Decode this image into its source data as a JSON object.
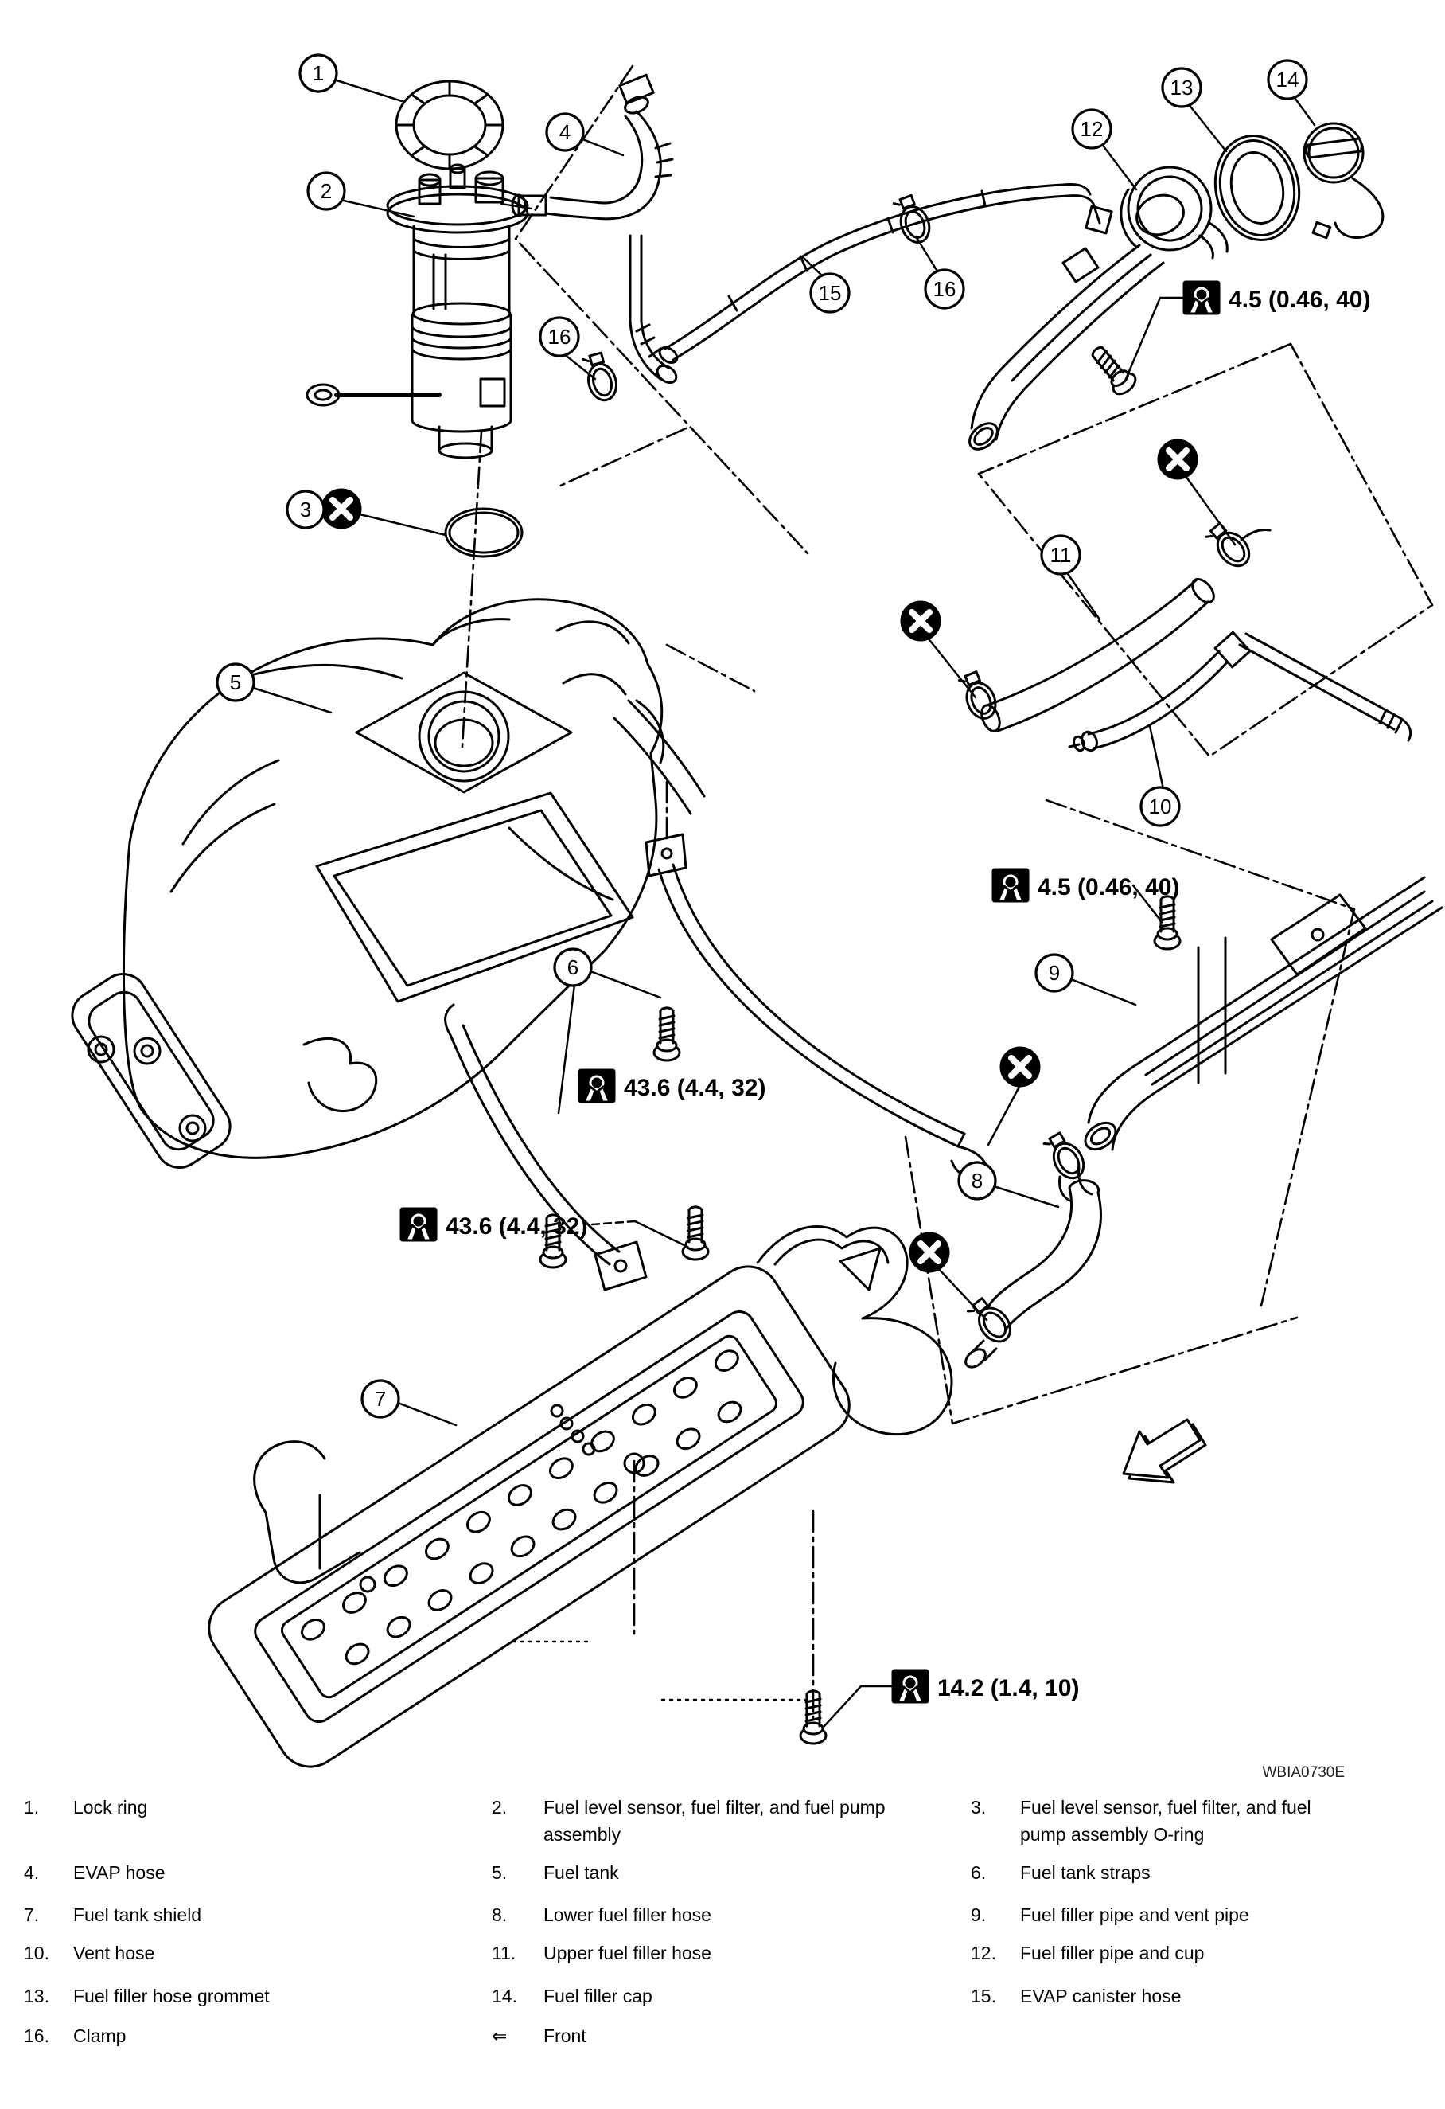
{
  "page": {
    "figure_code": "WBIA0730E"
  },
  "diagram": {
    "callouts": {
      "c1": "1",
      "c2": "2",
      "c3": "3",
      "c4": "4",
      "c5": "5",
      "c6": "6",
      "c7": "7",
      "c8": "8",
      "c9": "9",
      "c10": "10",
      "c11": "11",
      "c12": "12",
      "c13": "13",
      "c14": "14",
      "c15": "15",
      "c16a": "16",
      "c16b": "16"
    },
    "torque_labels": {
      "t1": "4.5 (0.46, 40)",
      "t2": "4.5 (0.46, 40)",
      "t3": "43.6 (4.4, 32)",
      "t4": "43.6 (4.4, 32)",
      "t5": "14.2 (1.4, 10)"
    }
  },
  "legend": {
    "rows": [
      {
        "cells": [
          {
            "num": "1.",
            "label": "Lock ring"
          },
          {
            "num": "2.",
            "label": "Fuel level sensor, fuel filter, and fuel pump assembly"
          },
          {
            "num": "3.",
            "label": "Fuel level sensor, fuel filter, and fuel pump assembly O-ring"
          }
        ]
      },
      {
        "cells": [
          {
            "num": "4.",
            "label": "EVAP hose"
          },
          {
            "num": "5.",
            "label": "Fuel tank"
          },
          {
            "num": "6.",
            "label": "Fuel tank straps"
          }
        ]
      },
      {
        "cells": [
          {
            "num": "7.",
            "label": "Fuel tank shield"
          },
          {
            "num": "8.",
            "label": "Lower fuel filler hose"
          },
          {
            "num": "9.",
            "label": "Fuel filler pipe and vent pipe"
          }
        ]
      },
      {
        "cells": [
          {
            "num": "10.",
            "label": "Vent hose"
          },
          {
            "num": "11.",
            "label": "Upper fuel filler hose"
          },
          {
            "num": "12.",
            "label": "Fuel filler pipe and cup"
          }
        ]
      },
      {
        "cells": [
          {
            "num": "13.",
            "label": "Fuel filler hose grommet"
          },
          {
            "num": "14.",
            "label": "Fuel filler cap"
          },
          {
            "num": "15.",
            "label": "EVAP canister hose"
          }
        ]
      },
      {
        "cells": [
          {
            "num": "16.",
            "label": "Clamp"
          },
          {
            "num": "⇐",
            "label": "Front"
          }
        ]
      }
    ]
  }
}
